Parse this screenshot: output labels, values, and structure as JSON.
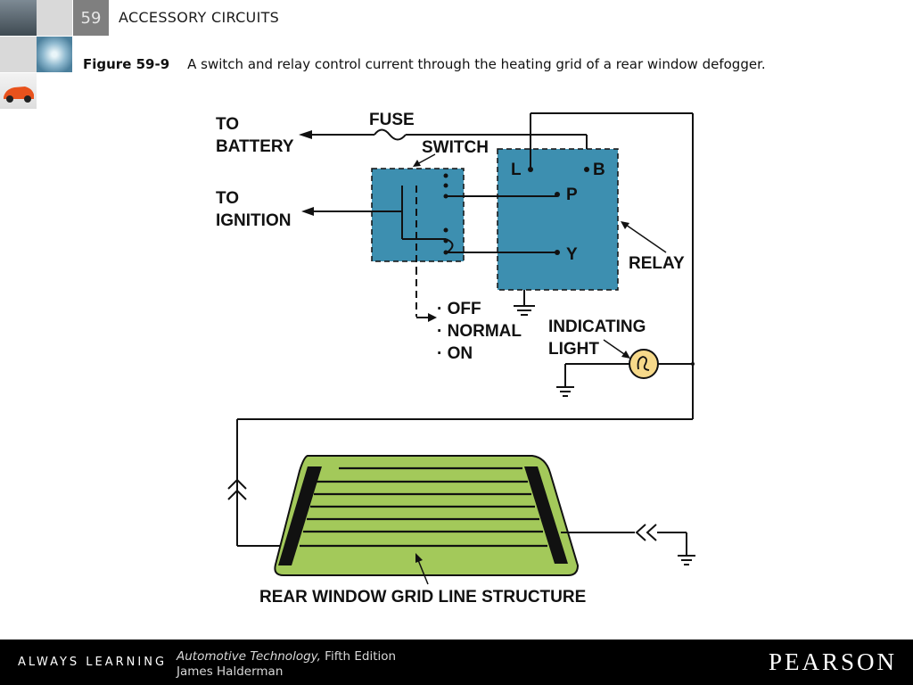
{
  "header": {
    "chapter_number": "59",
    "chapter_title": "ACCESSORY CIRCUITS"
  },
  "caption": {
    "figure_label": "Figure 59-9",
    "text": "A switch and relay control current through the heating grid of a rear window defogger."
  },
  "diagram": {
    "to_battery_1": "TO",
    "to_battery_2": "BATTERY",
    "to_ignition_1": "TO",
    "to_ignition_2": "IGNITION",
    "fuse": "FUSE",
    "switch": "SWITCH",
    "relay": "RELAY",
    "terminal_l": "L",
    "terminal_b": "B",
    "terminal_p": "P",
    "terminal_y": "Y",
    "pos_off": "· OFF",
    "pos_normal": "· NORMAL",
    "pos_on": "· ON",
    "indicating_1": "INDICATING",
    "indicating_2": "LIGHT",
    "grid_label": "REAR WINDOW GRID LINE STRUCTURE",
    "colors": {
      "switch_fill": "#3d8fb0",
      "relay_fill": "#3d8fb0",
      "grid_fill": "#a3c95a",
      "lamp_fill": "#f6d98a"
    }
  },
  "footer": {
    "always_learning": "ALWAYS LEARNING",
    "book_title": "Automotive Technology,",
    "edition": "Fifth Edition",
    "author": "James Halderman",
    "publisher": "PEARSON"
  }
}
